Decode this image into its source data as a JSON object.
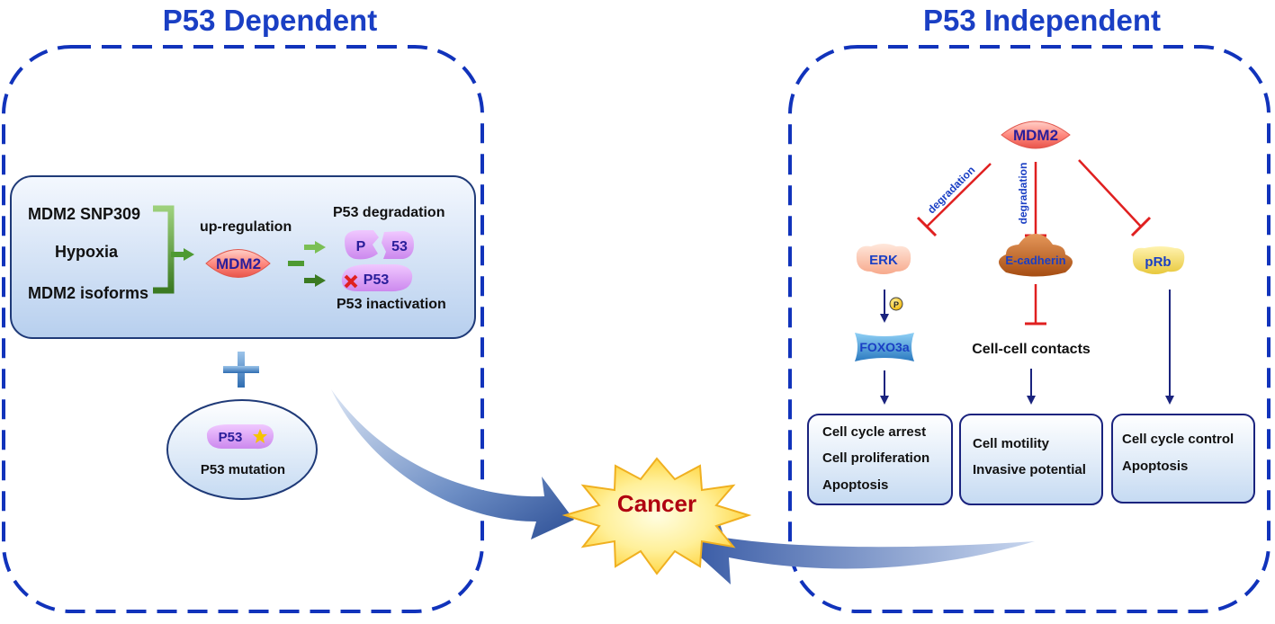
{
  "left_panel": {
    "title": "P53 Dependent",
    "factors": [
      "MDM2 SNP309",
      "Hypoxia",
      "MDM2 isoforms"
    ],
    "upregulation_label": "up-regulation",
    "mdm2_label": "MDM2",
    "degradation_label": "P53 degradation",
    "fragment_left": "P",
    "fragment_right": "53",
    "inactive_label": "P53",
    "inactivation_label": "P53 inactivation",
    "plus_symbol": "+",
    "mutation_protein": "P53",
    "mutation_label": "P53 mutation"
  },
  "right_panel": {
    "title": "P53 Independent",
    "mdm2_label": "MDM2",
    "degradation_label_left": "degradation",
    "degradation_label_mid": "degradation",
    "erk_label": "ERK",
    "phospho_label": "P",
    "foxo_label": "FOXO3a",
    "ecadherin_label": "E-cadherin",
    "contacts_label": "Cell-cell contacts",
    "prb_label": "pRb",
    "outcome_left": [
      "Cell cycle arrest",
      "Cell proliferation",
      "Apoptosis"
    ],
    "outcome_mid": [
      "Cell motility",
      "Invasive potential"
    ],
    "outcome_right": [
      "Cell cycle control",
      "Apoptosis"
    ]
  },
  "center": {
    "cancer_label": "Cancer"
  },
  "colors": {
    "title_blue": "#1a3fc4",
    "dash_blue": "#1133bb",
    "inhibit_red": "#e02020",
    "arrow_navy": "#1a237e",
    "cancer_text": "#b00010",
    "green_arrow": "#4e9a32"
  }
}
